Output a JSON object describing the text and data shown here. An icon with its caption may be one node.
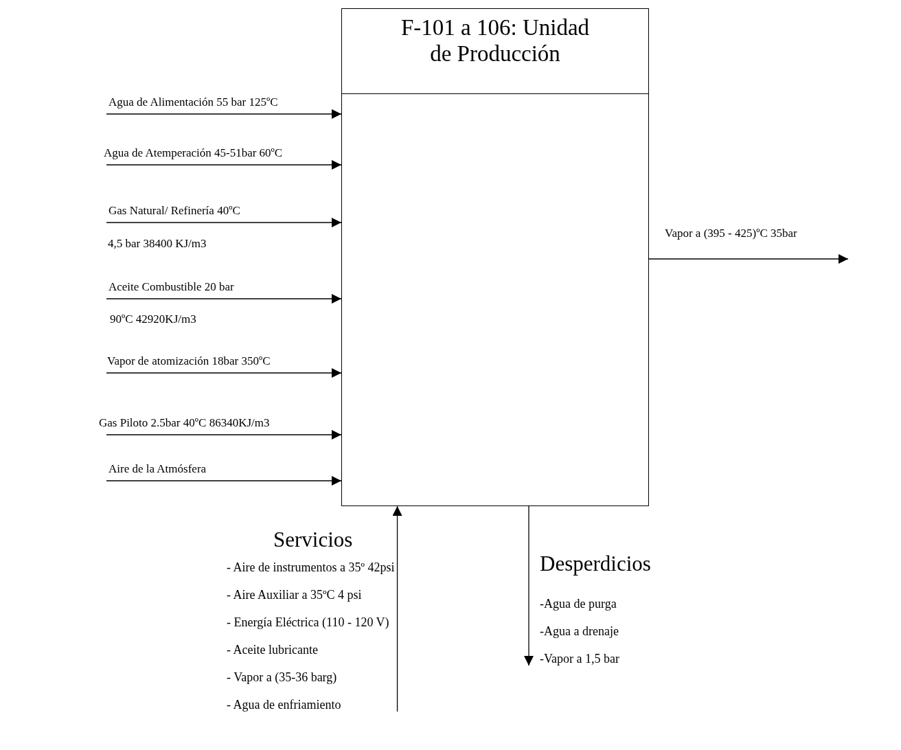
{
  "diagram": {
    "nodes": [
      {
        "text": [
          "F-101 a 106: Unidad de Producción"
        ]
      },
      {
        "text": [
          "Servicios",
          "- Aire de instrumentos a 35º 42psi",
          "- Aire Auxiliar a 35ºC 4 psi",
          "- Energía Eléctrica (110 - 120 V)",
          "- Aceite lubricante",
          "- Vapor a (35-36 barg)",
          "- Agua de enfriamiento"
        ]
      },
      {
        "text": [
          "Desperdicios",
          "-Agua de purga",
          "-Agua a drenaje",
          "-Vapor a 1,5 bar"
        ]
      }
    ],
    "edges": [
      {
        "from": null,
        "to": 0,
        "arrow": "to",
        "label": "Agua de Alimentación 55 bar  125ºC"
      },
      {
        "from": null,
        "to": 0,
        "arrow": "to",
        "label": "Agua de Atemperación 45-51bar  60ºC"
      },
      {
        "from": null,
        "to": 0,
        "arrow": "to",
        "label": "Gas  Natural/ Refinería 40ºC"
      },
      {
        "from": null,
        "to": 0,
        "arrow": "to",
        "label": "Aceite Combustible 20 bar"
      },
      {
        "from": null,
        "to": 0,
        "arrow": "to",
        "label": "Vapor de atomización 18bar 350ºC"
      },
      {
        "from": null,
        "to": 0,
        "arrow": "to",
        "label": "Gas Piloto 2.5bar 40ºC 86340KJ/m3"
      },
      {
        "from": null,
        "to": 0,
        "arrow": "to",
        "label": "Aire de la Atmósfera"
      },
      {
        "from": 0,
        "to": null,
        "arrow": "to",
        "label": "Vapor a (395 - 425)ºC 35bar"
      },
      {
        "from": 1,
        "to": 0,
        "arrow": "to"
      },
      {
        "from": 0,
        "to": 2,
        "arrow": "to"
      }
    ],
    "labels": [
      "4,5 bar 38400 KJ/m3",
      "90ºC 42920KJ/m3"
    ]
  }
}
